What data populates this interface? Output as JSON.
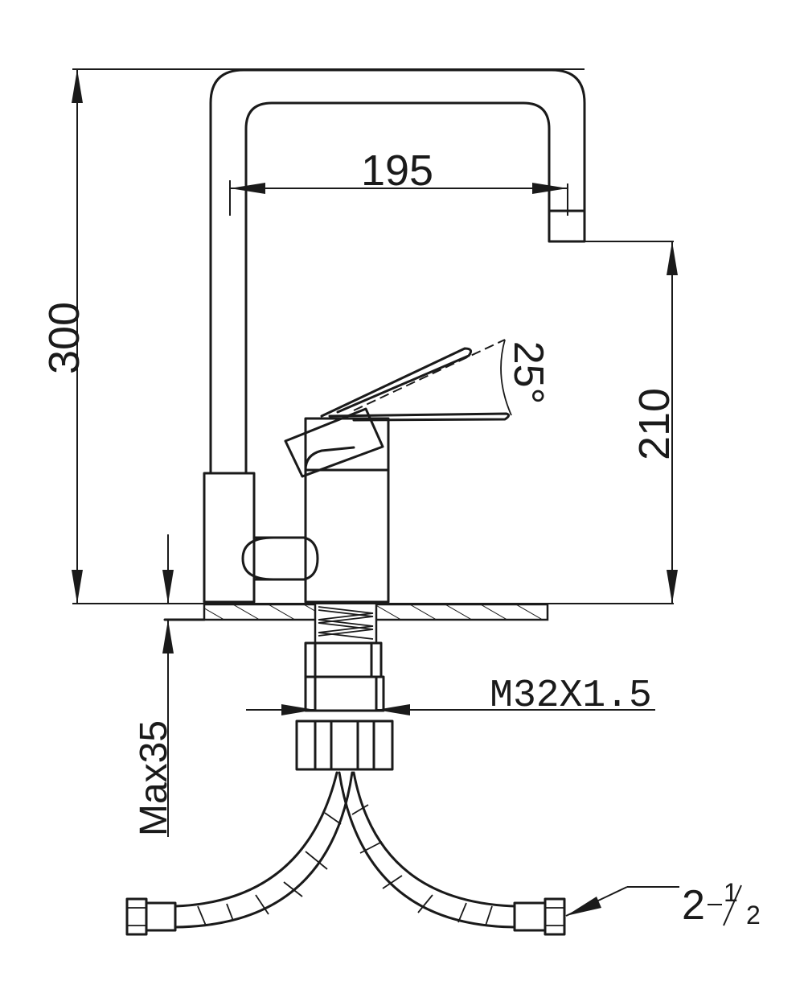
{
  "dimensions": {
    "total_height": "300",
    "spout_reach": "195",
    "spout_height": "210",
    "lever_angle": "25°",
    "thread": "M32X1.5",
    "max_thickness": "Max35",
    "hose_thread_whole": "2",
    "hose_thread_fraction_num": "1",
    "hose_thread_fraction_den": "2"
  }
}
